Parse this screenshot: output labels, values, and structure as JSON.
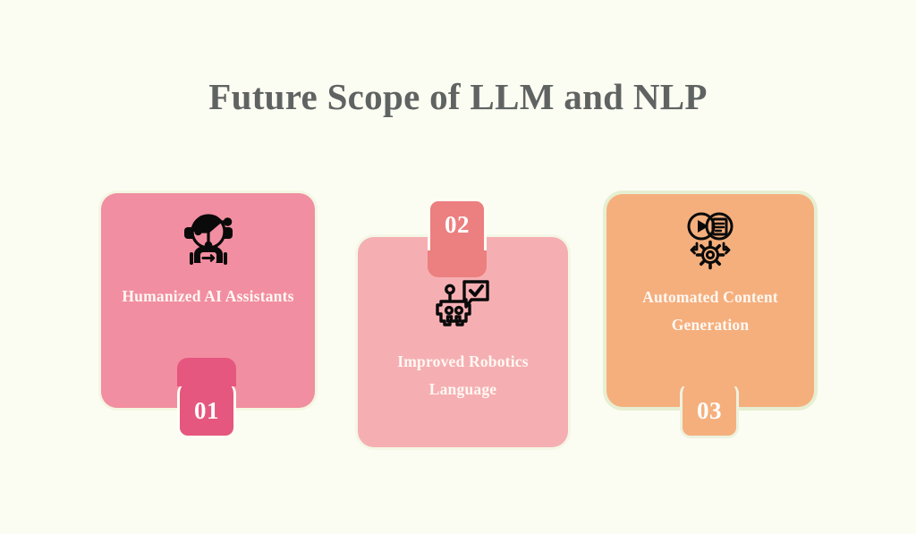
{
  "page": {
    "background_color": "#FCFDF2",
    "title": "Future Scope of LLM and NLP",
    "title_color": "#5F6362"
  },
  "cards": [
    {
      "number": "01",
      "label": "Humanized AI Assistants",
      "icon": "ai-assistant-head-icon",
      "card_color": "#F28EA1",
      "badge_color": "#E5577E",
      "badge_position": "bottom",
      "label_color": "#FFF8F3"
    },
    {
      "number": "02",
      "label": "Improved Robotics Language",
      "icon": "robot-speech-check-icon",
      "card_color": "#F5AFB2",
      "badge_color": "#EC7F7F",
      "badge_position": "top",
      "label_color": "#FFF8F3"
    },
    {
      "number": "03",
      "label": "Automated Content Generation",
      "icon": "media-document-gear-icon",
      "card_color": "#F5AF7D",
      "badge_color": "#F5AF7D",
      "badge_position": "bottom",
      "label_color": "#FFF8F3"
    }
  ]
}
